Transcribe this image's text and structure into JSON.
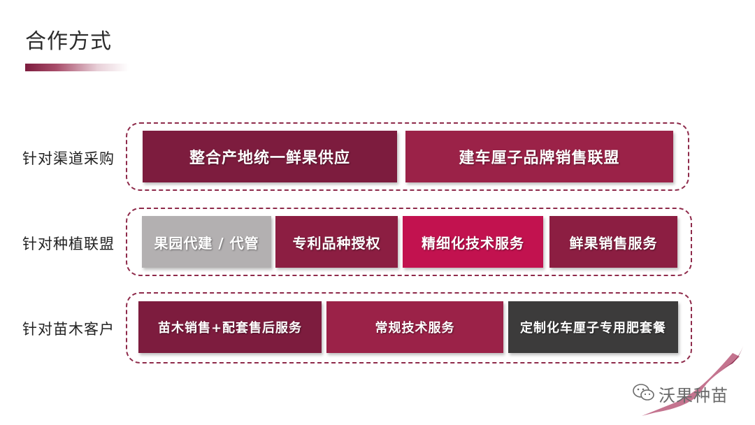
{
  "page": {
    "title": "合作方式"
  },
  "rows": [
    {
      "label": "针对渠道采购",
      "items": [
        {
          "text": "整合产地统一鲜果供应",
          "color": "#7d1c3e"
        },
        {
          "text": "建车厘子品牌销售联盟",
          "color": "#9b2248"
        }
      ]
    },
    {
      "label": "针对种植联盟",
      "items": [
        {
          "text": "果园代建 / 代管",
          "color": "#b3b0b1"
        },
        {
          "text": "专利品种授权",
          "color": "#8c1e42"
        },
        {
          "text": "精细化技术服务",
          "color": "#c2124f"
        },
        {
          "text": "鲜果销售服务",
          "color": "#8c1e42"
        }
      ]
    },
    {
      "label": "针对苗木客户",
      "items": [
        {
          "text": "苗木销售+配套售后服务",
          "color": "#7d1c3e"
        },
        {
          "text": "常规技术服务",
          "color": "#9b2248"
        },
        {
          "text": "定制化车厘子专用肥套餐",
          "color": "#3c3b3b"
        }
      ]
    }
  ],
  "watermark": {
    "text": "沃果种苗",
    "icon": "wechat-icon"
  },
  "colors": {
    "accent": "#7d1c3e",
    "dashed_border": "#8e2a4a"
  }
}
